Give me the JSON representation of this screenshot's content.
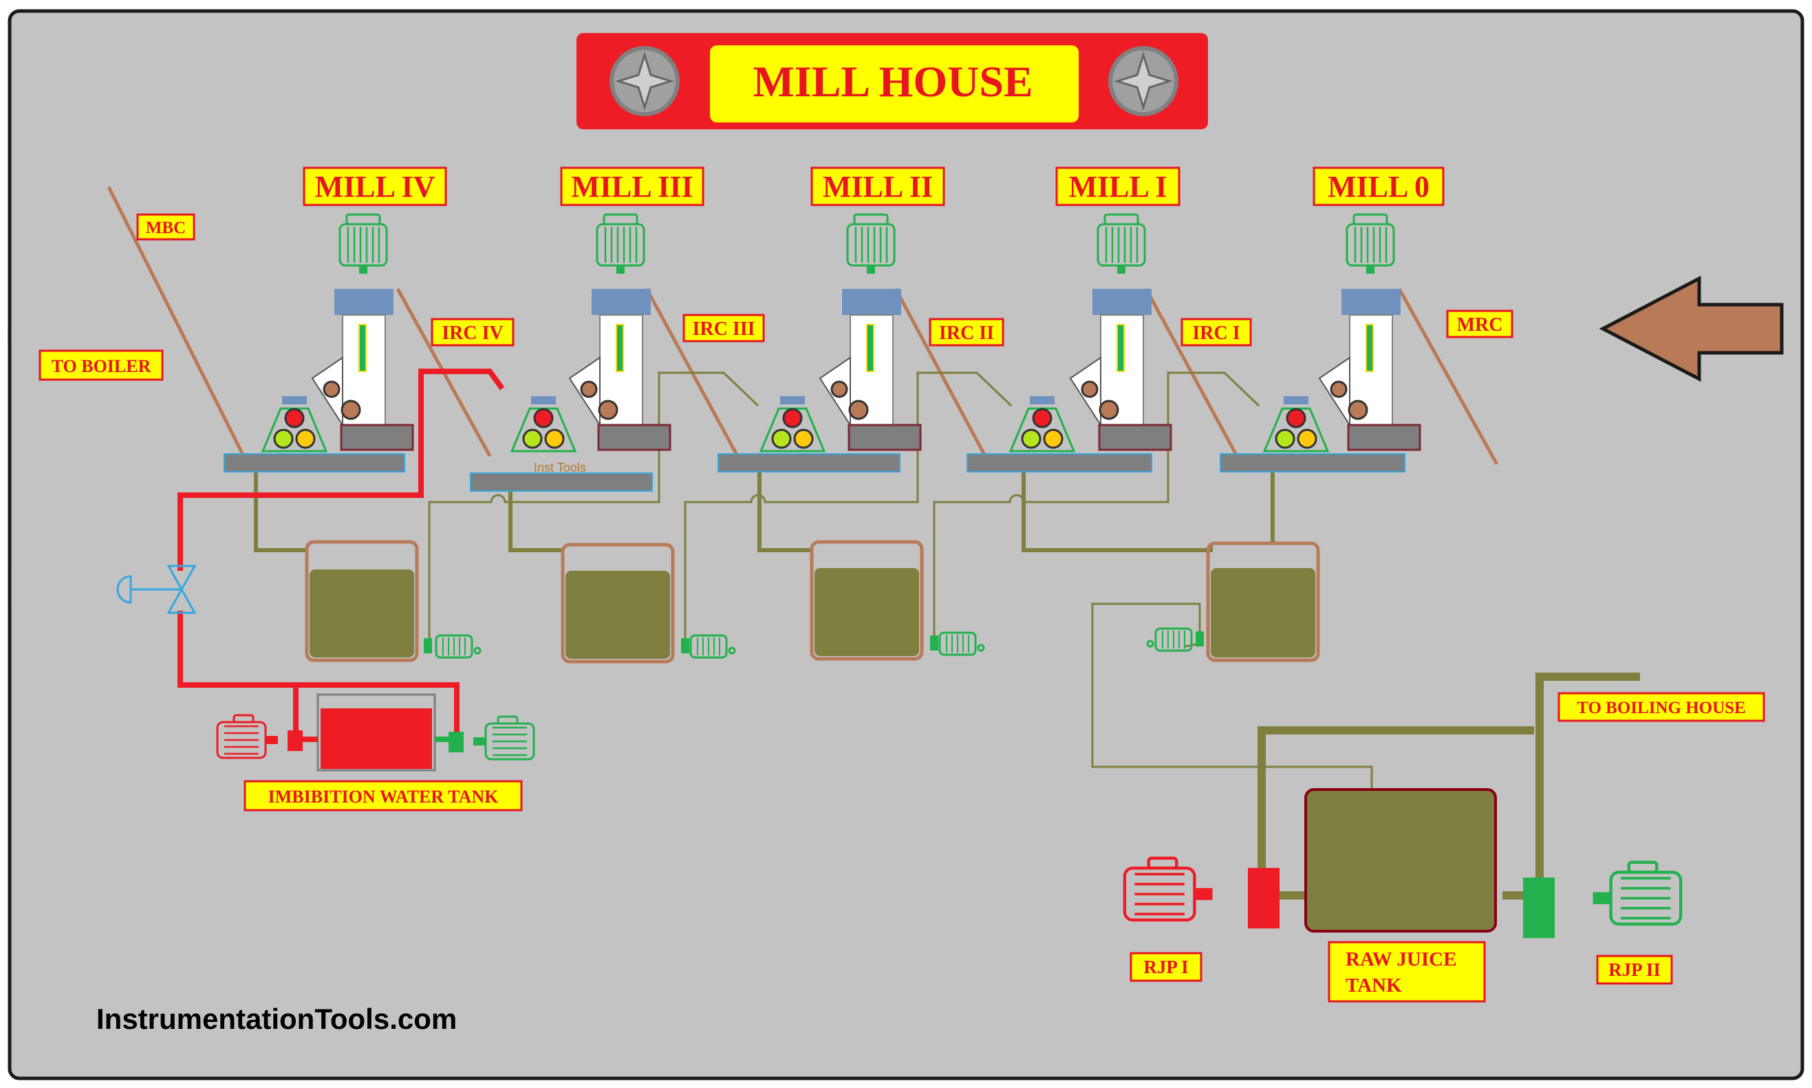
{
  "title": "MILL HOUSE",
  "mills": [
    {
      "id": "mill-iv",
      "label": "MILL IV",
      "carrier": "IRC IV"
    },
    {
      "id": "mill-iii",
      "label": "MILL III",
      "carrier": "IRC III"
    },
    {
      "id": "mill-ii",
      "label": "MILL II",
      "carrier": "IRC II"
    },
    {
      "id": "mill-i",
      "label": "MILL I",
      "carrier": "IRC I"
    },
    {
      "id": "mill-0",
      "label": "MILL 0",
      "carrier": "MRC"
    }
  ],
  "labels": {
    "mbc": "MBC",
    "to_boiler": "TO BOILER",
    "imbibition_tank": "IMBIBITION WATER TANK",
    "to_boiling_house": "TO BOILING HOUSE",
    "raw_juice_tank_line1": "RAW JUICE",
    "raw_juice_tank_line2": "TANK",
    "rjp1": "RJP I",
    "rjp2": "RJP II",
    "brand": "InstrumentationTools.com",
    "watermark": "Inst Tools"
  },
  "colors": {
    "background": "#c3c3c3",
    "banner": "#ee1c24",
    "label_fill": "#ffff00",
    "label_text": "#e8151f",
    "juice": "#7f7f3f",
    "tank_border": "#b97a57",
    "carrier": "#b97a57",
    "water_line": "#ee1c24",
    "motor_green": "#22b14c",
    "motor_red": "#ee1c24",
    "valve": "#34a8e0",
    "steel": "#7f7f7f",
    "bearing": "#7092be"
  }
}
